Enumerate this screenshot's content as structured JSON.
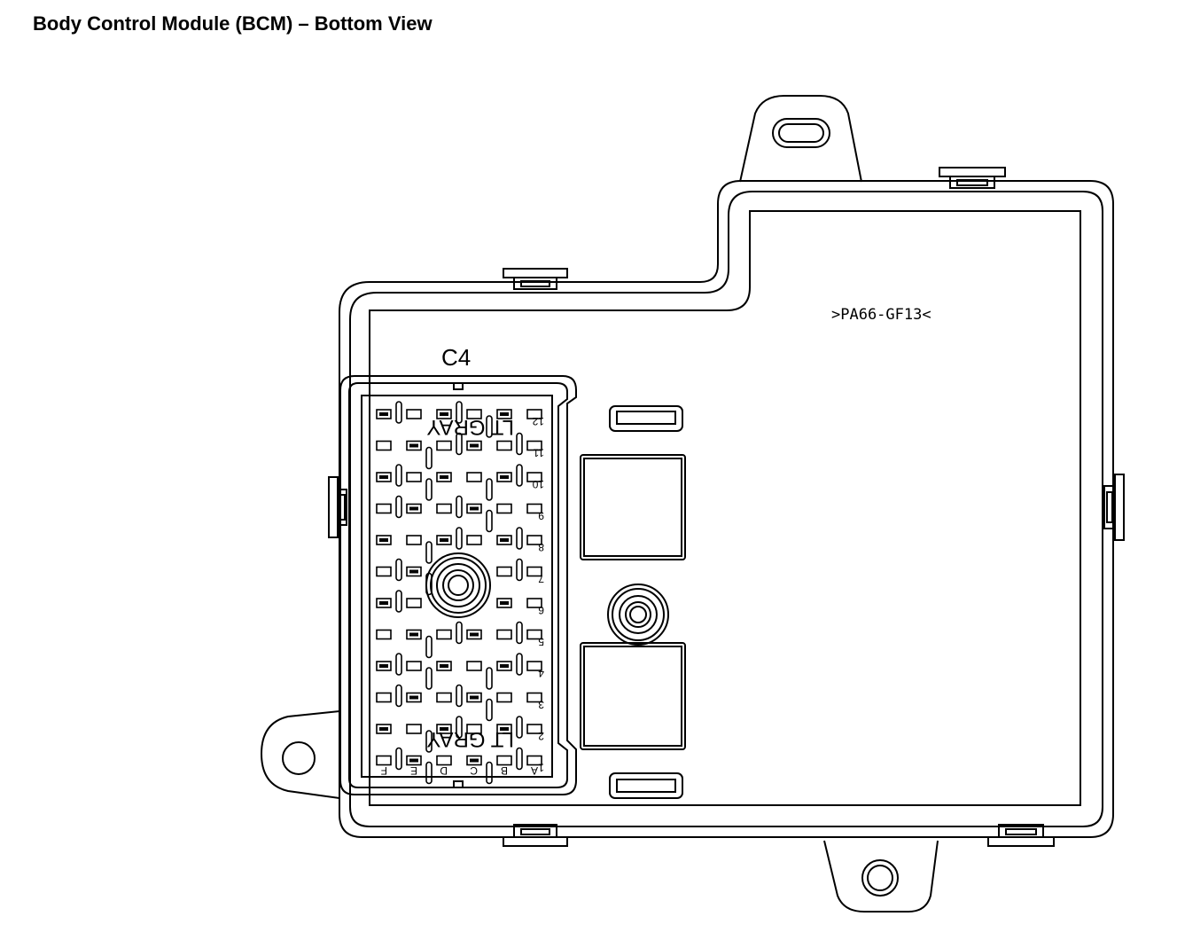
{
  "title": "Body Control Module (BCM) – Bottom View",
  "diagram": {
    "connector_label": "C4",
    "material_label": ">PA66-GF13<",
    "color_label_top": "LT GRAY",
    "color_label_bottom": "LT GRAY",
    "row_numbers": [
      "12",
      "11",
      "10",
      "9",
      "8",
      "7",
      "6",
      "5",
      "4",
      "3",
      "2",
      "1"
    ],
    "column_letters": [
      "A",
      "B",
      "C",
      "D",
      "E",
      "F"
    ]
  }
}
